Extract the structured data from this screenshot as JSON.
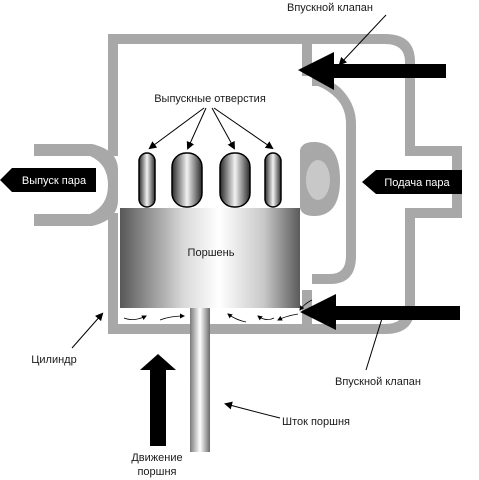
{
  "labels": {
    "intake_top": "Впускной клапан",
    "exhaust_ports": "Выпускные отверстия",
    "steam_exhaust": "Выпуск пара",
    "steam_supply": "Подача пара",
    "piston": "Поршень",
    "cylinder": "Цилиндр",
    "intake_bottom": "Впускной клапан",
    "piston_rod": "Шток поршня",
    "piston_motion_line1": "Движение",
    "piston_motion_line2": "поршня"
  },
  "colors": {
    "wall": "#a8a8a8",
    "arrow": "#000000",
    "background": "#ffffff"
  }
}
